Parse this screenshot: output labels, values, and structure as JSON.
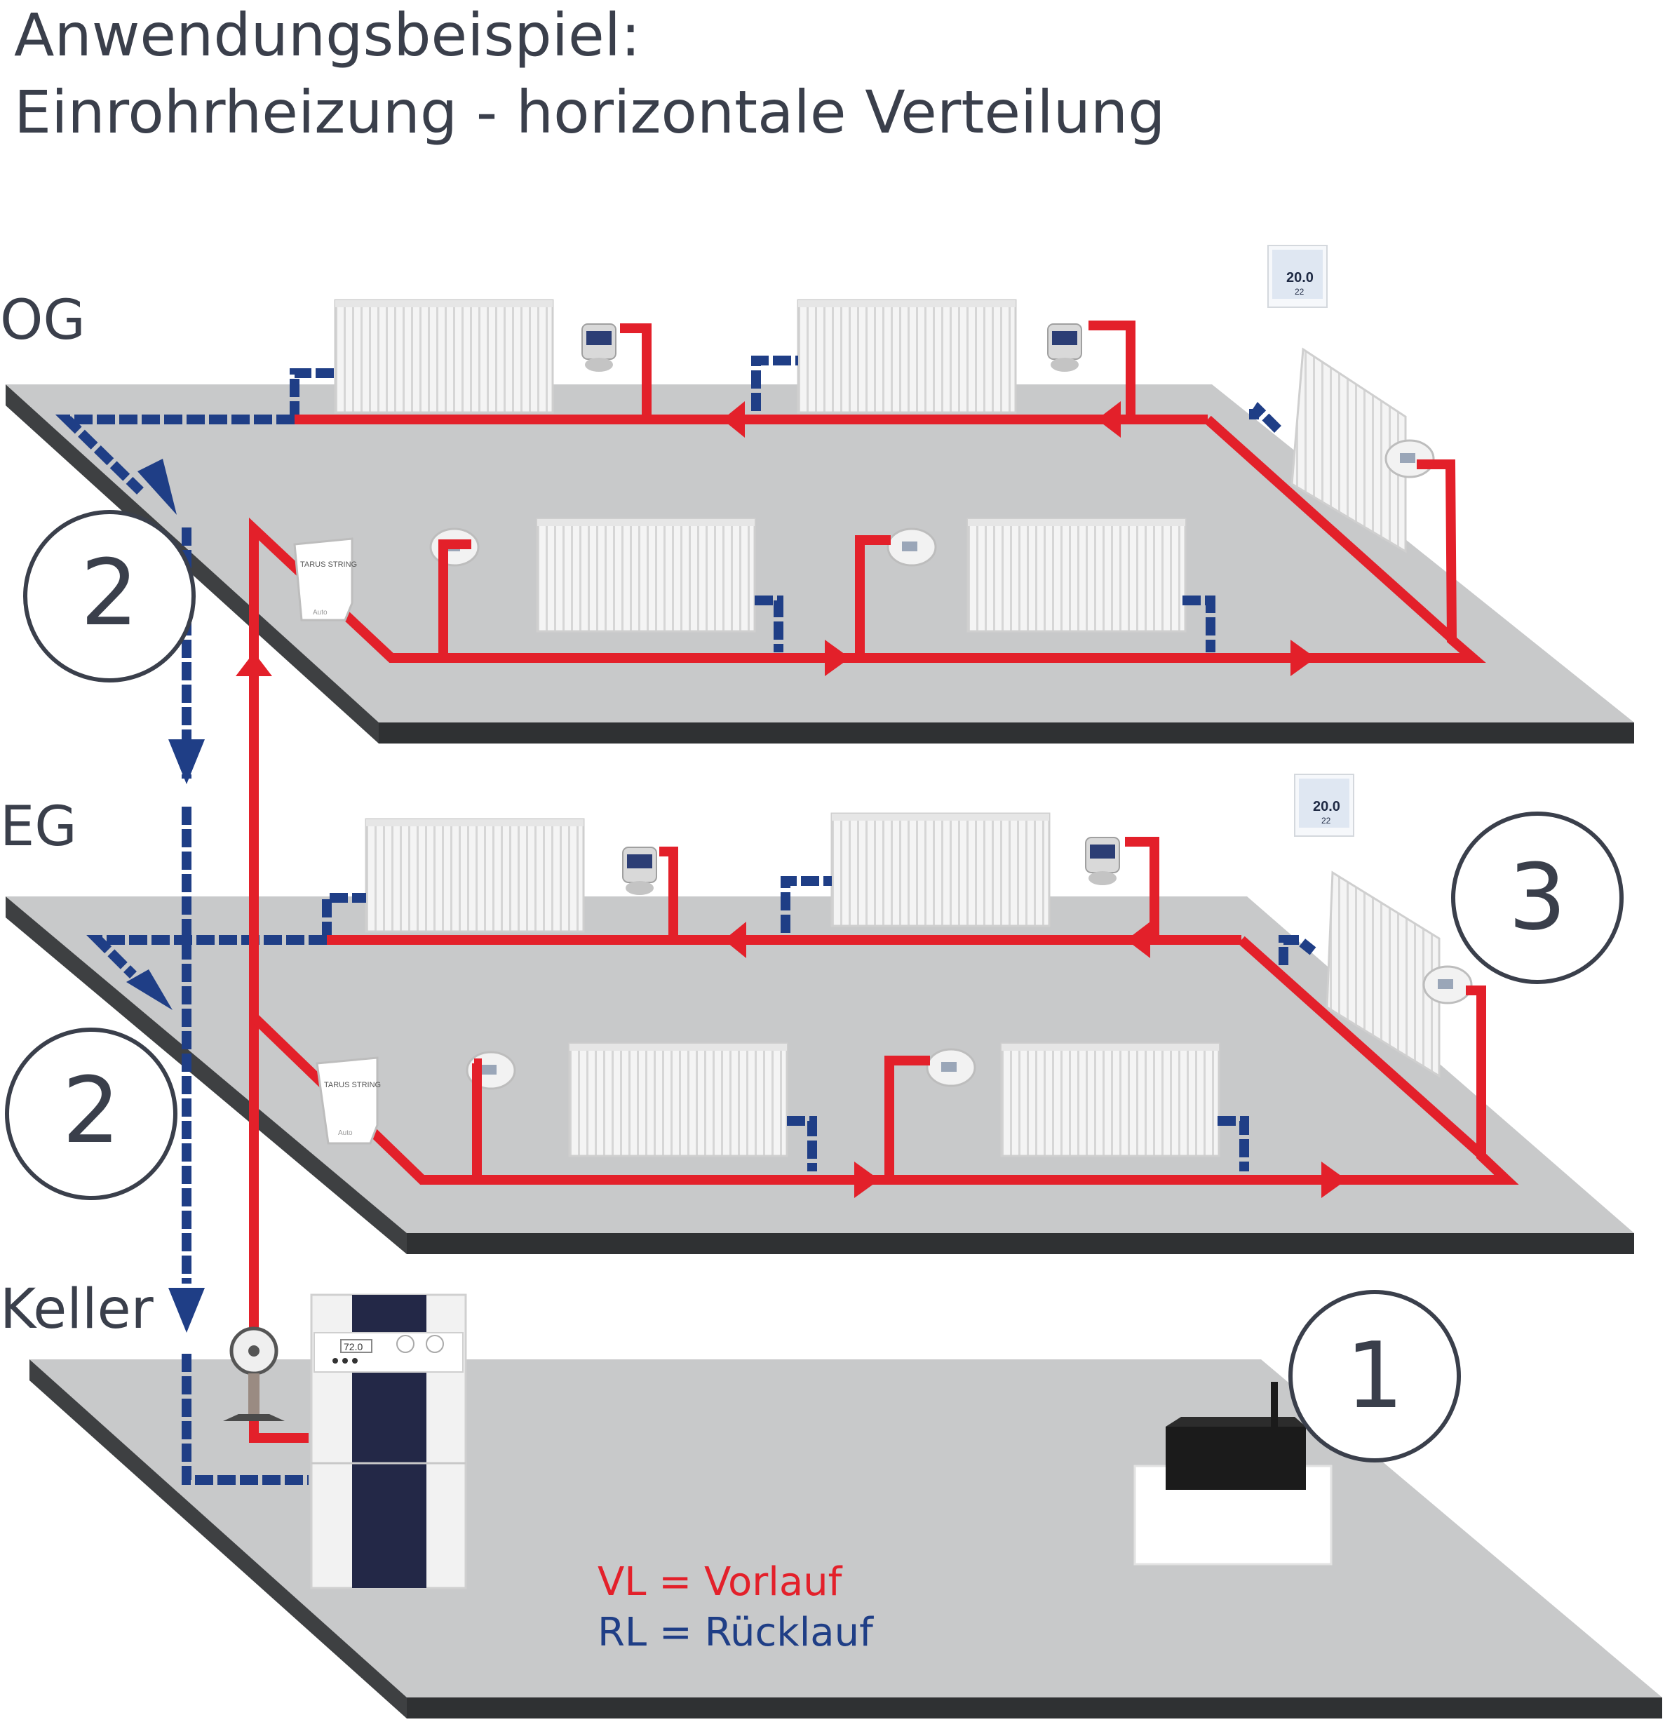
{
  "title": {
    "line1": "Anwendungsbeispiel:",
    "line2": "Einrohrheizung - horizontale Verteilung"
  },
  "floors": {
    "og": "OG",
    "eg": "EG",
    "keller": "Keller"
  },
  "markers": {
    "og_2": "2",
    "eg_2": "2",
    "eg_3": "3",
    "keller_1": "1"
  },
  "devices": {
    "actuator_label": "TARUS STRING",
    "actuator_sub": "Auto",
    "boiler_display": "72.0",
    "room_thermostat_value": "20.0",
    "room_thermostat_set": "22"
  },
  "legend": {
    "vl": "VL = Vorlauf",
    "rl": "RL = Rücklauf"
  },
  "colors": {
    "supply": "#e3202a",
    "return": "#1f3e86",
    "floor": "#c8c9ca",
    "floor_edge": "#404244",
    "text": "#3a3f4b"
  }
}
